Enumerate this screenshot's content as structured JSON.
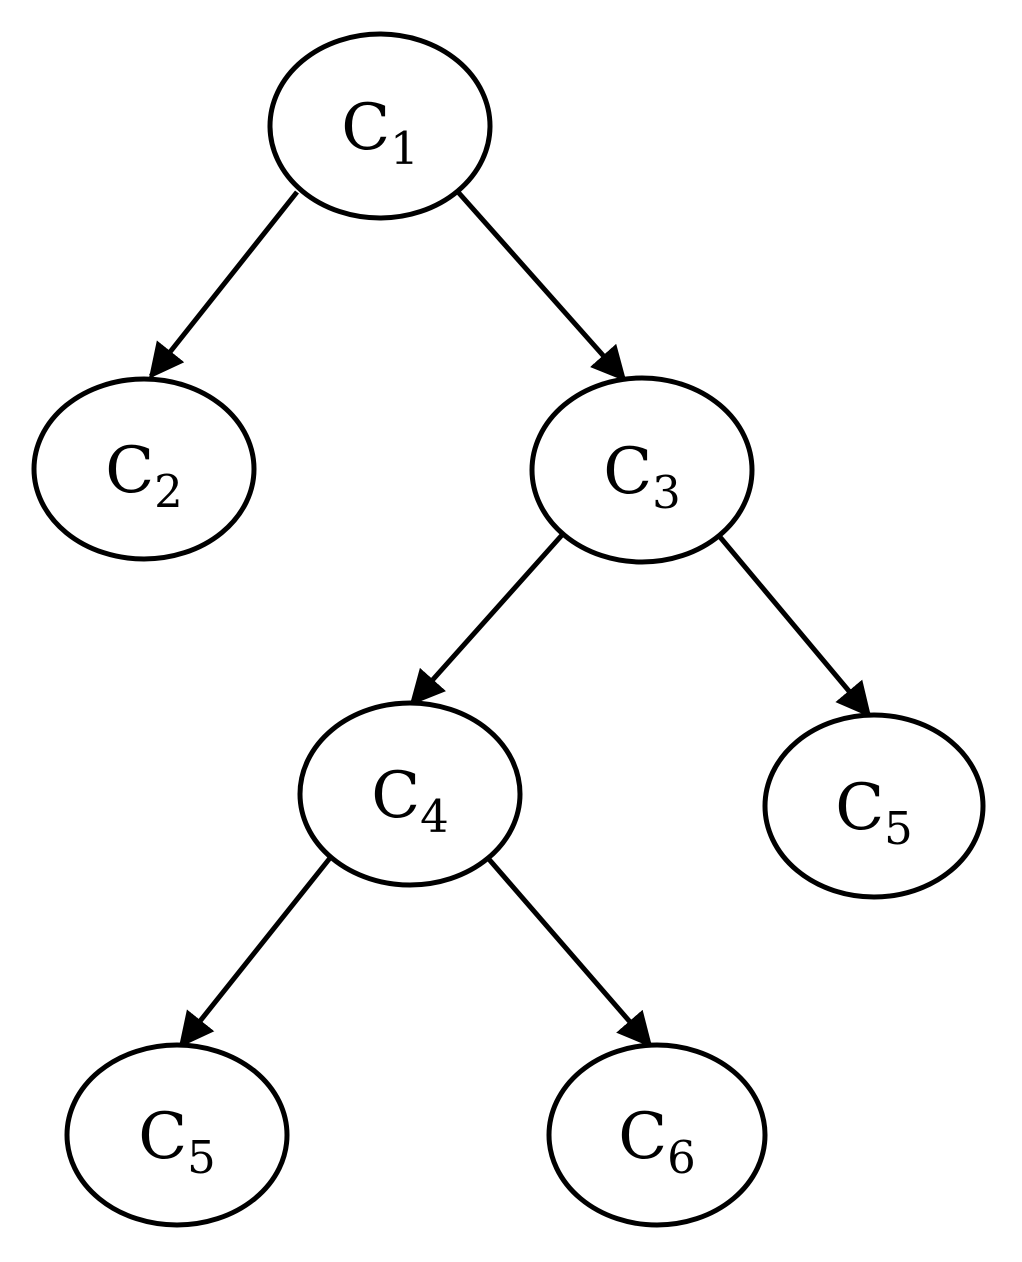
{
  "diagram": {
    "type": "tree",
    "background_color": "#ffffff",
    "node_fill_color": "#ffffff",
    "node_stroke_color": "#000000",
    "edge_color": "#000000",
    "text_color": "#000000",
    "nodes": [
      {
        "id": "c1",
        "base": "C",
        "sub": "1"
      },
      {
        "id": "c2",
        "base": "C",
        "sub": "2"
      },
      {
        "id": "c3",
        "base": "C",
        "sub": "3"
      },
      {
        "id": "c4",
        "base": "C",
        "sub": "4"
      },
      {
        "id": "c5-right",
        "base": "C",
        "sub": "5"
      },
      {
        "id": "c5-left",
        "base": "C",
        "sub": "5"
      },
      {
        "id": "c6",
        "base": "C",
        "sub": "6"
      }
    ],
    "edges": [
      {
        "from": "c1",
        "to": "c2"
      },
      {
        "from": "c1",
        "to": "c3"
      },
      {
        "from": "c3",
        "to": "c4"
      },
      {
        "from": "c3",
        "to": "c5-right"
      },
      {
        "from": "c4",
        "to": "c5-left"
      },
      {
        "from": "c4",
        "to": "c6"
      }
    ]
  }
}
